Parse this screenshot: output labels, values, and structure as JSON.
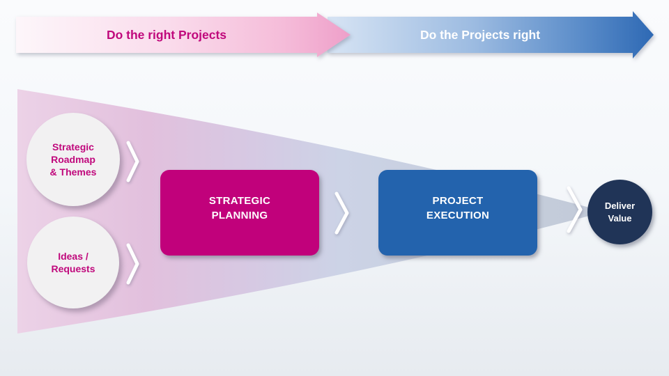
{
  "slide": {
    "banners": [
      {
        "id": "do-the-right-projects",
        "label": "Do the right Projects",
        "text_color": "#c0087c",
        "gradient": [
          "#fdf6fa",
          "#ee9fc9"
        ]
      },
      {
        "id": "do-the-projects-right",
        "label": "Do the Projects right",
        "text_color": "#ffffff",
        "gradient": [
          "#d7e4f4",
          "#2e69b4"
        ]
      }
    ],
    "funnel": {
      "gradient_left": "#ebcfe5",
      "gradient_right": "#c2cad8",
      "inputs": [
        {
          "lines": [
            "Strategic",
            "Roadmap",
            "& Themes"
          ],
          "text_color": "#c0087c",
          "fill": "#f2f1f2"
        },
        {
          "lines": [
            "Ideas /",
            "Requests"
          ],
          "text_color": "#c0087c",
          "fill": "#f2f1f2"
        }
      ],
      "stages": [
        {
          "lines": [
            "STRATEGIC",
            "PLANNING"
          ],
          "color": "#c1017b"
        },
        {
          "lines": [
            "PROJECT",
            "EXECUTION"
          ],
          "color": "#2363ad"
        }
      ],
      "outcome": {
        "lines": [
          "Deliver",
          "Value"
        ],
        "color": "#203457"
      }
    }
  }
}
